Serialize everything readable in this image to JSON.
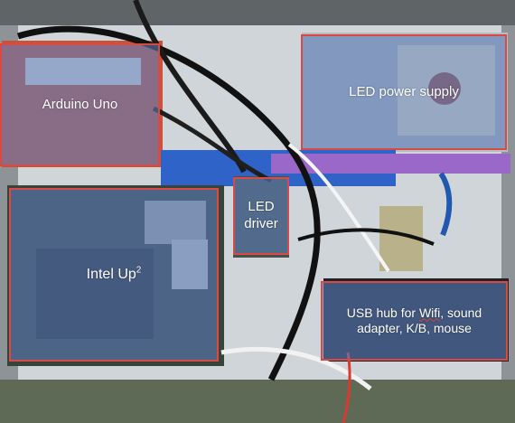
{
  "annotations": {
    "arduino": "Arduino Uno",
    "psu": "LED power supply",
    "driver": "LED driver",
    "intel": {
      "name": "Intel Up",
      "superscript": "2"
    },
    "usb": {
      "line1_prefix": "USB hub for ",
      "line1_link": "Wifi",
      "line1_suffix": ", sound",
      "line2": "adapter, K/B, mouse"
    }
  },
  "colors": {
    "overlay_fill": "#5c7dbe",
    "overlay_border": "#d84a44",
    "lego_blue": "#2f63c8",
    "lego_purple": "#9a68c8",
    "enclosure": "#d7dde0"
  }
}
